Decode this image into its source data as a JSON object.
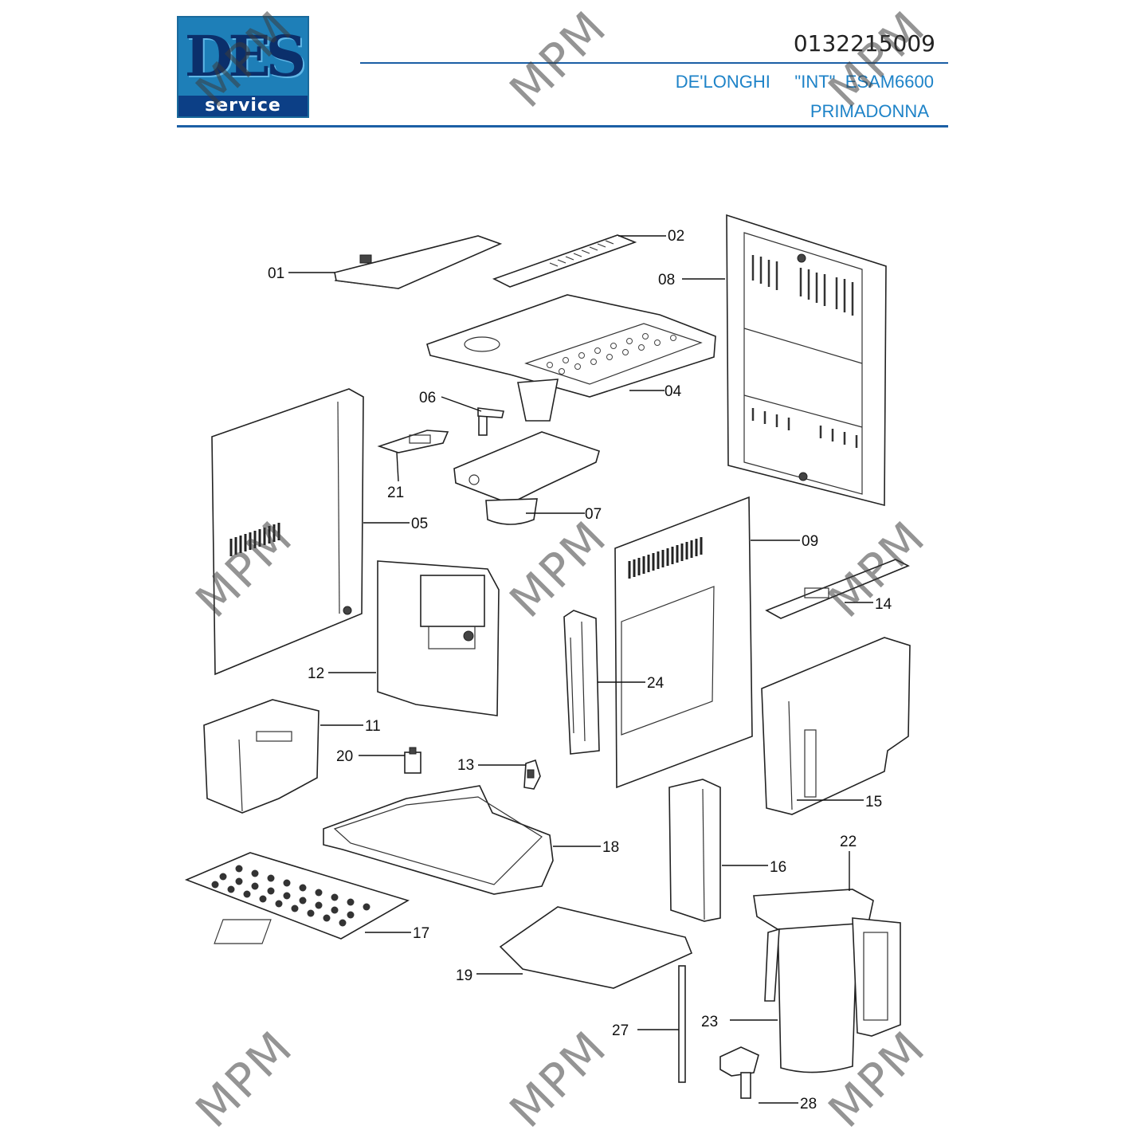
{
  "header": {
    "logo_text": "DES",
    "logo_service": "service",
    "doc_number": "0132215009",
    "brand": "DE'LONGHI",
    "market": "\"INT\"",
    "model": "ESAM6600",
    "product_name": "PRIMADONNA"
  },
  "watermark": "MPM",
  "callouts": {
    "p01": "01",
    "p02": "02",
    "p04": "04",
    "p05": "05",
    "p06": "06",
    "p07": "07",
    "p08": "08",
    "p09": "09",
    "p11": "11",
    "p12": "12",
    "p13": "13",
    "p14": "14",
    "p15": "15",
    "p16": "16",
    "p17": "17",
    "p18": "18",
    "p19": "19",
    "p20": "20",
    "p21": "21",
    "p22": "22",
    "p23": "23",
    "p24": "24",
    "p27": "27",
    "p28": "28"
  },
  "colors": {
    "accent": "#1e83c8",
    "rule": "#1b5fa5",
    "logo_bg": "#1e7fb8",
    "logo_band": "#0c3f86"
  }
}
